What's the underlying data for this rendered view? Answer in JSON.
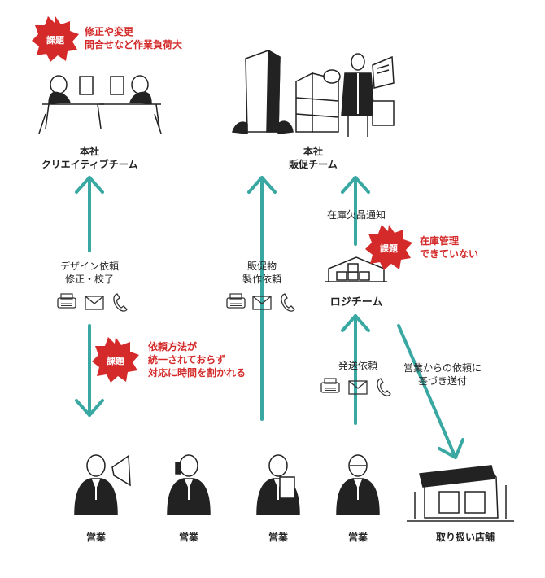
{
  "issues": [
    {
      "badge": "課題",
      "lines": [
        "修正や変更",
        "問合せなど作業負荷大"
      ]
    },
    {
      "badge": "課題",
      "lines": [
        "在庫管理",
        "できていない"
      ]
    },
    {
      "badge": "課題",
      "lines": [
        "依頼方法が",
        "統一されておらず",
        "対応に時間を割かれる"
      ]
    }
  ],
  "nodes": {
    "creative_team": [
      "本社",
      "クリエイティブチーム"
    ],
    "sales_promo_team": [
      "本社",
      "販促チーム"
    ],
    "logi_team": "ロジチーム"
  },
  "flows": {
    "design_request": [
      "デザイン依頼",
      "修正・校了"
    ],
    "promo_request": [
      "販促物",
      "製作依頼"
    ],
    "stock_notice": "在庫欠品通知",
    "shipping_request": "発送依頼",
    "store_shipping": [
      "営業からの依頼に",
      "基づき送付"
    ]
  },
  "bottom_labels": [
    "営業",
    "営業",
    "営業",
    "営業",
    "取り扱い店舗"
  ],
  "colors": {
    "arrow": "#3aa8a2",
    "issue": "#d42a2a",
    "ink": "#222222"
  },
  "icons": [
    "fax-icon",
    "mail-icon",
    "phone-icon"
  ]
}
